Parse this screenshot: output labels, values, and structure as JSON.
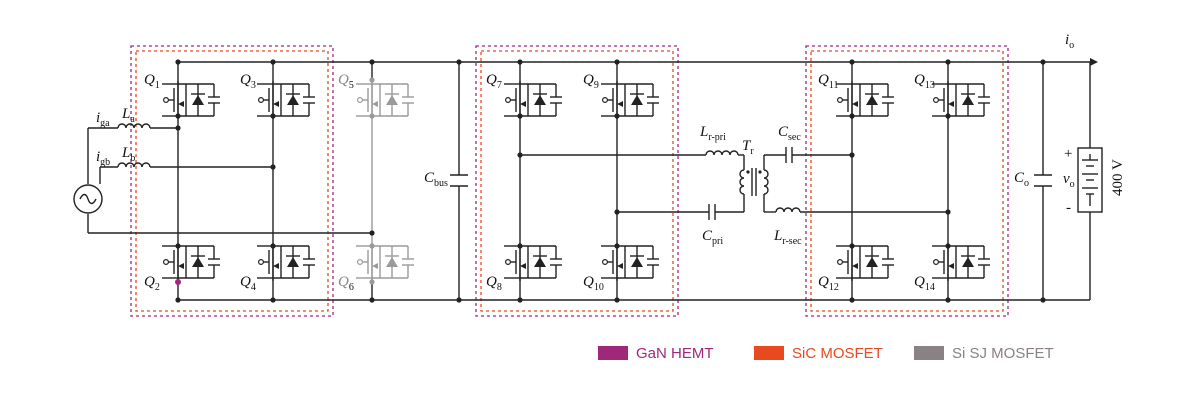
{
  "colors": {
    "gan": "#a0287a",
    "sic": "#e8491e",
    "si": "#8a8184",
    "wire": "#222222"
  },
  "labels": {
    "q1": "Q",
    "q1_sub": "1",
    "q2": "Q",
    "q2_sub": "2",
    "q3": "Q",
    "q3_sub": "3",
    "q4": "Q",
    "q4_sub": "4",
    "q5": "Q",
    "q5_sub": "5",
    "q6": "Q",
    "q6_sub": "6",
    "q7": "Q",
    "q7_sub": "7",
    "q8": "Q",
    "q8_sub": "8",
    "q9": "Q",
    "q9_sub": "9",
    "q10": "Q",
    "q10_sub": "10",
    "q11": "Q",
    "q11_sub": "11",
    "q12": "Q",
    "q12_sub": "12",
    "q13": "Q",
    "q13_sub": "13",
    "q14": "Q",
    "q14_sub": "14",
    "iga": "i",
    "iga_sub": "ga",
    "igb": "i",
    "igb_sub": "gb",
    "la": "L",
    "la_sub": "a",
    "lb": "L",
    "lb_sub": "b",
    "cbus": "C",
    "cbus_sub": "bus",
    "lrpri": "L",
    "lrpri_sub": "r-pri",
    "tr": "T",
    "tr_sub": "r",
    "csec": "C",
    "csec_sub": "sec",
    "cpri": "C",
    "cpri_sub": "pri",
    "lrsec": "L",
    "lrsec_sub": "r-sec",
    "co": "C",
    "co_sub": "o",
    "vo": "v",
    "vo_sub": "o",
    "io": "i",
    "io_sub": "o",
    "plus": "+",
    "minus": "-",
    "battery": "400 V"
  },
  "legend": [
    {
      "label": "GaN HEMT",
      "color": "#a0287a"
    },
    {
      "label": "SiC MOSFET",
      "color": "#e8491e"
    },
    {
      "label": "Si SJ MOSFET",
      "color": "#8a8184"
    }
  ]
}
